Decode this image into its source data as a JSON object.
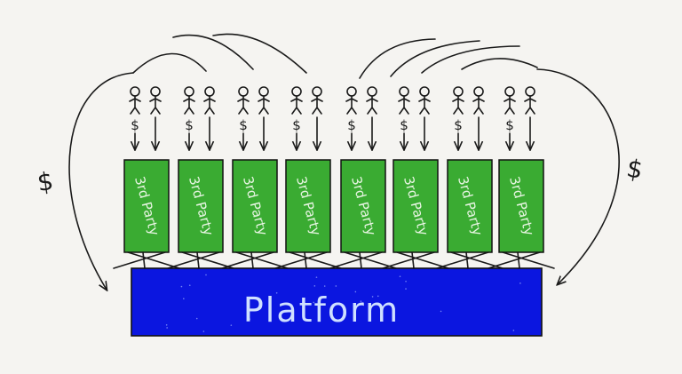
{
  "platform": {
    "label": "Platform",
    "color": "#0b16e0",
    "label_color": "#cfe0ff"
  },
  "third_party": {
    "label": "3rd Party",
    "color": "#3aab32",
    "label_color": "#e8f5e3",
    "count": 8
  },
  "users": {
    "per_box": 2,
    "payment_symbol": "$"
  },
  "flows": {
    "left_symbol": "$",
    "right_symbol": "$"
  },
  "colors": {
    "background": "#f5f4f1",
    "ink": "#1a1a1a"
  }
}
